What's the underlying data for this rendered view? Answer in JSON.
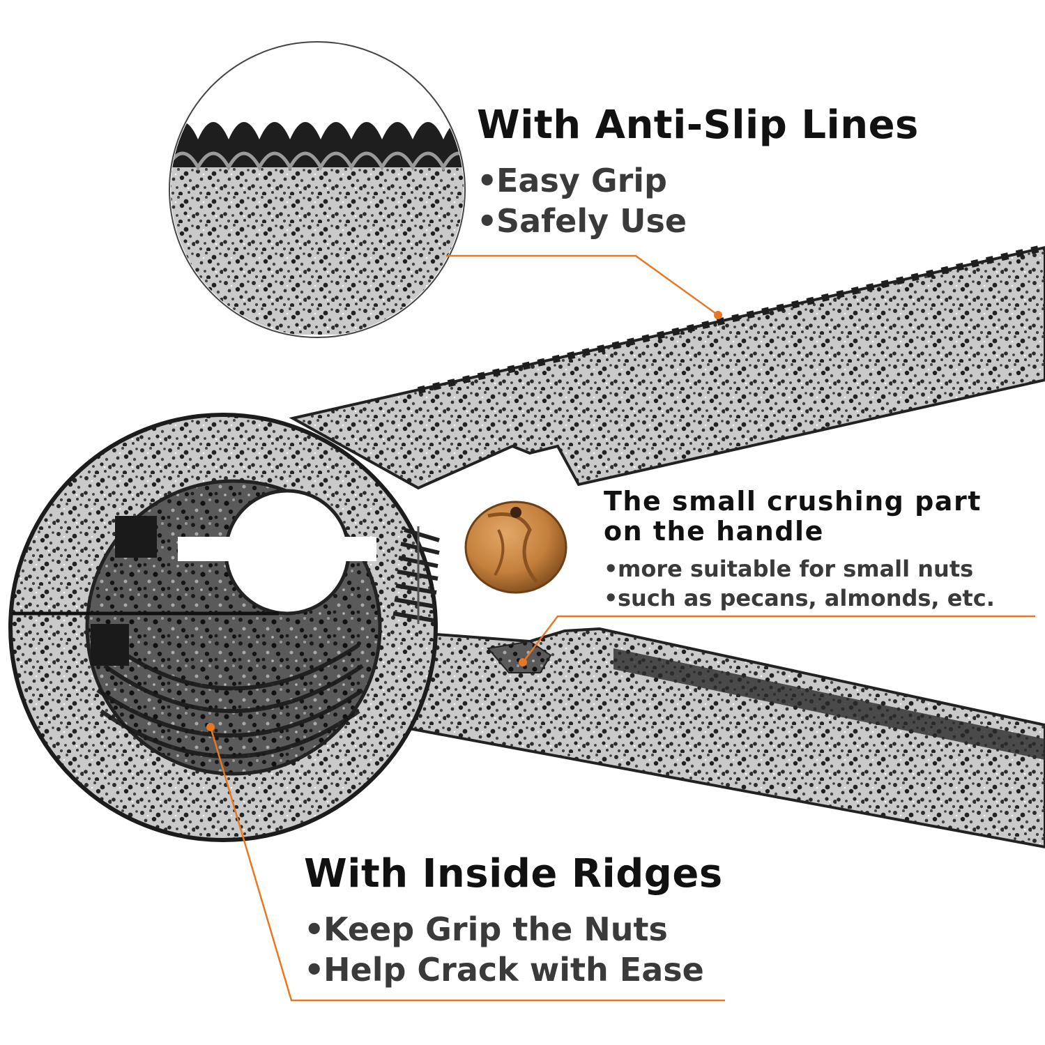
{
  "colors": {
    "accent": "#e87722",
    "metal_dark": "#2a2a2a",
    "metal_light": "#b9b9b9",
    "nut": "#c4803d"
  },
  "callouts": {
    "anti_slip": {
      "title": "With Anti-Slip Lines",
      "bullets": [
        "Easy Grip",
        "Safely Use"
      ]
    },
    "crushing": {
      "title_line1": "The small crushing part",
      "title_line2": "on the handle",
      "bullets": [
        "more suitable for small nuts",
        "such as pecans, almonds, etc."
      ]
    },
    "ridges": {
      "title": "With Inside Ridges",
      "bullets": [
        "Keep Grip the Nuts",
        "Help Crack with Ease"
      ]
    }
  },
  "bullet_glyph": "•"
}
